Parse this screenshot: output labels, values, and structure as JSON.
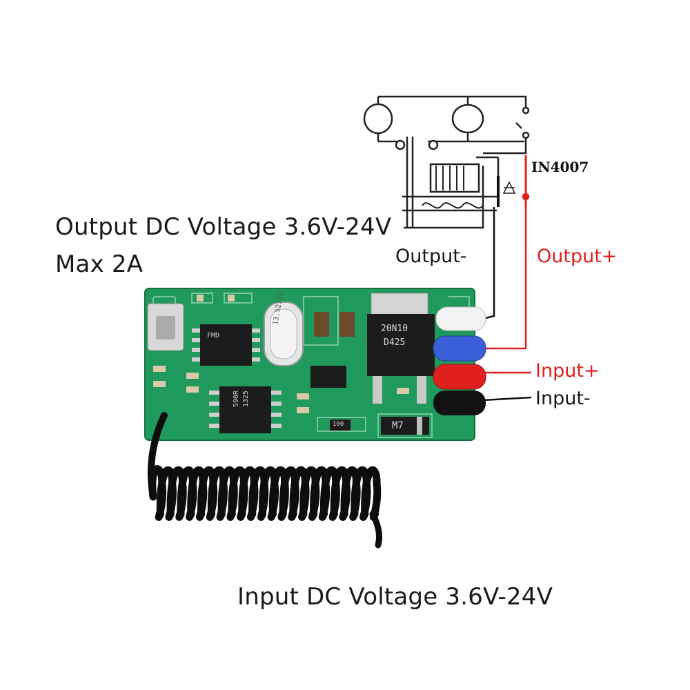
{
  "specs": {
    "output_voltage": "Output DC Voltage 3.6V-24V",
    "max_current": "Max 2A",
    "input_voltage": "Input DC Voltage 3.6V-24V"
  },
  "wires": {
    "output_minus": "Output-",
    "output_plus": "Output+",
    "input_plus": "Input+",
    "input_minus": "Input-"
  },
  "schematic": {
    "diode_label": "IN4007"
  },
  "board_markings": {
    "mcu": "FMD",
    "crystal": "13.52127",
    "mosfet": "20N10",
    "mosfet_code": "D425",
    "decoder": "590R",
    "decoder_code": "1325",
    "diode": "M7",
    "resistor": "100"
  },
  "colors": {
    "pcb": "#1f9a5c",
    "wire_red": "#e0201e",
    "wire_blue": "#3b5fd8",
    "wire_white": "#f2f2f2",
    "wire_black": "#111111"
  }
}
